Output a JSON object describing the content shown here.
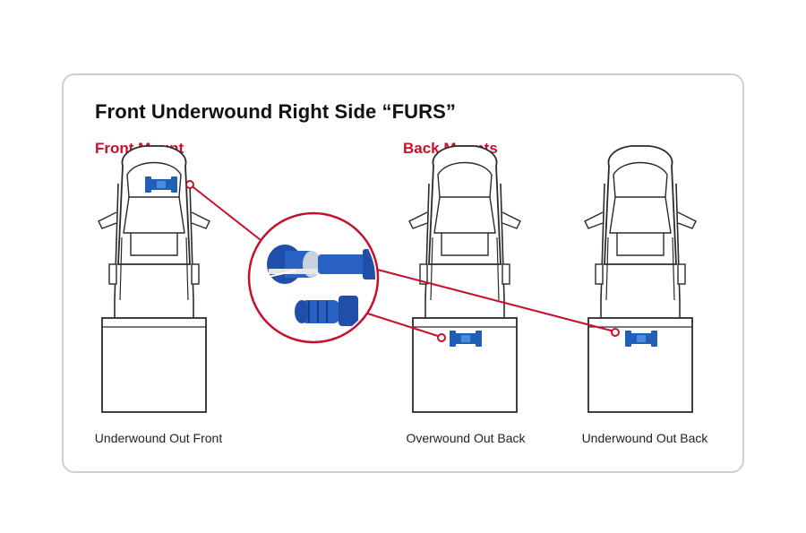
{
  "title": "Front Underwound Right Side “FURS”",
  "sections": {
    "front": "Front Mount",
    "back": "Back Mounts"
  },
  "captions": {
    "front_underwound": "Underwound Out Front",
    "back_overwound": "Overwound Out Back",
    "back_underwound": "Underwound Out Back"
  },
  "colors": {
    "accent_red": "#c8102e",
    "winch_blue": "#1f5fb8",
    "outline": "#2b2b2b",
    "card_border": "#cfcfcf"
  },
  "icons": {
    "front_winch": "winch-front-icon",
    "back_winch_overwound": "winch-overwound-icon",
    "back_winch_underwound": "winch-underwound-icon",
    "zoom": "winch-closeup-icon"
  }
}
